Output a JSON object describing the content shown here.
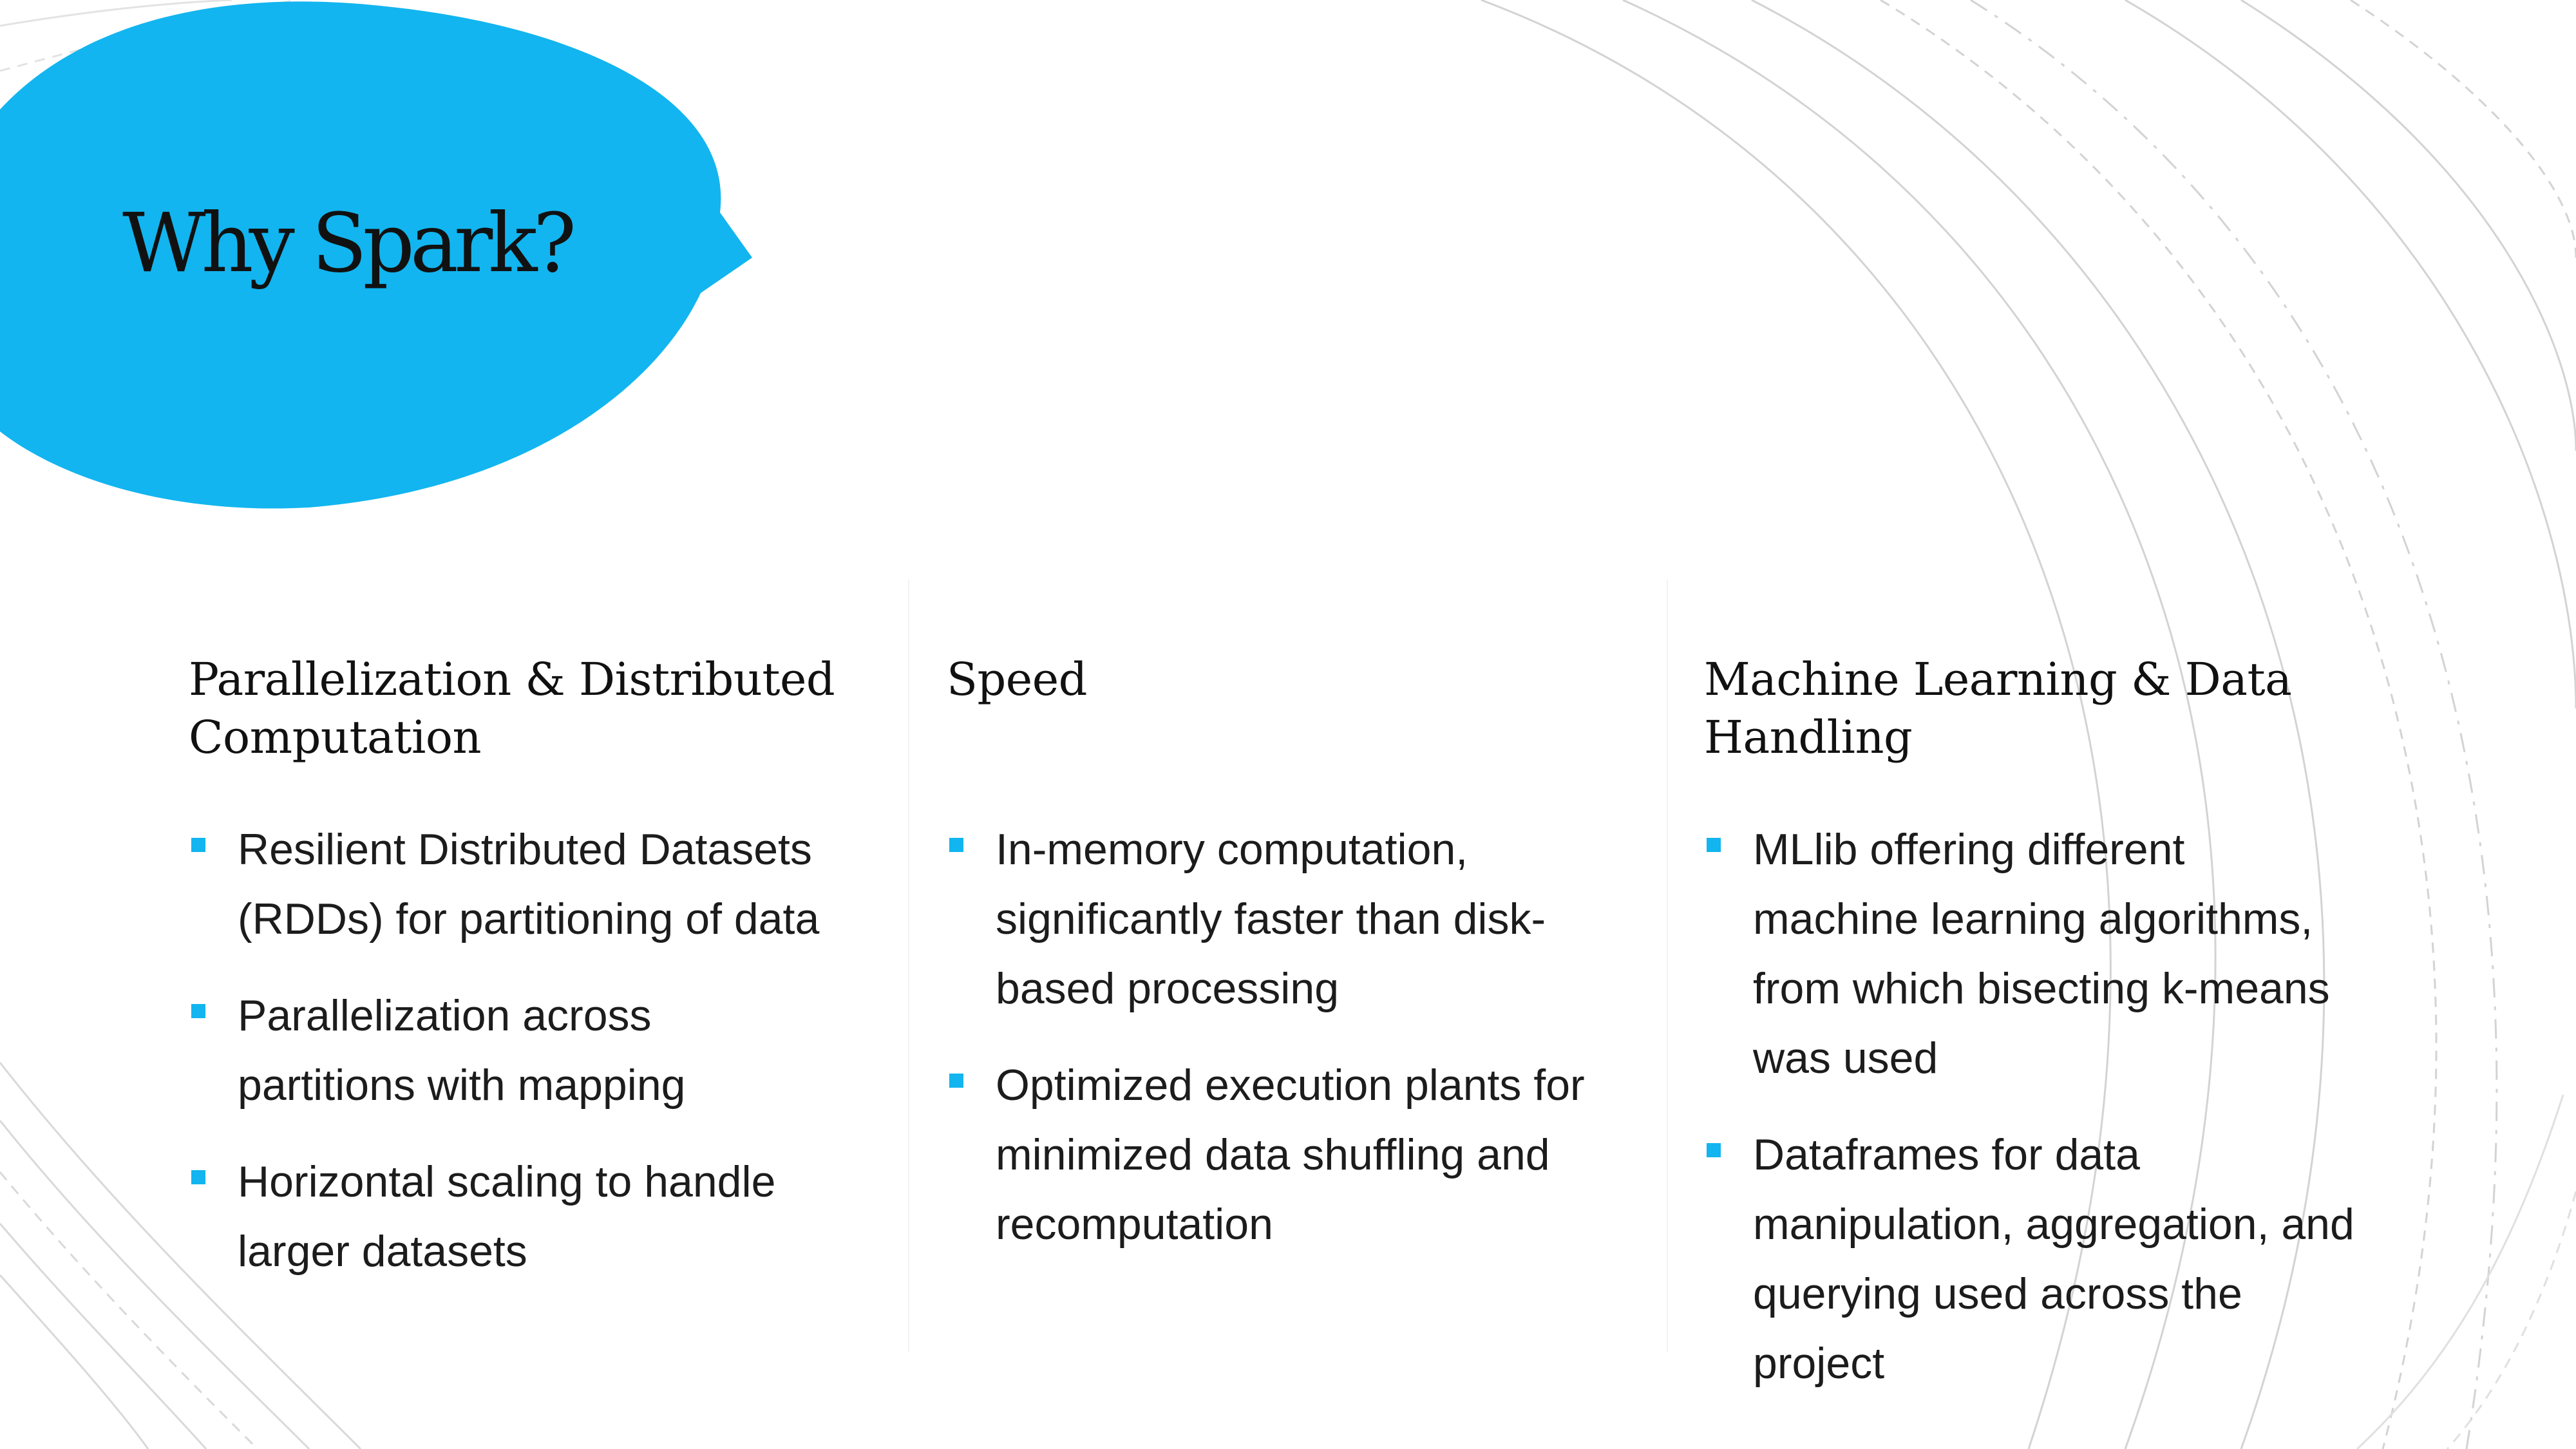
{
  "slide": {
    "title": "Why Spark?",
    "accent_color": "#12b5ef",
    "columns": [
      {
        "heading": "Parallelization & Distributed Computation",
        "bullets": [
          "Resilient Distributed Datasets (RDDs) for partitioning of data",
          "Parallelization across partitions with mapping",
          "Horizontal scaling to handle larger datasets"
        ]
      },
      {
        "heading": "Speed",
        "bullets": [
          "In-memory computation, significantly faster than disk-based processing",
          "Optimized execution plants for minimized data shuffling and recomputation"
        ]
      },
      {
        "heading": "Machine Learning & Data Handling",
        "bullets": [
          "MLlib offering different machine learning algorithms, from which bisecting k-means was used",
          "Dataframes for data manipulation, aggregation, and querying used across the project"
        ]
      }
    ]
  }
}
